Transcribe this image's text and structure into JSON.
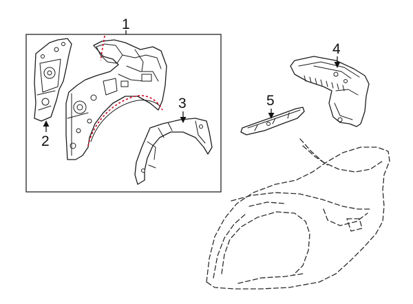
{
  "diagram": {
    "callouts": {
      "c1": "1",
      "c2": "2",
      "c3": "3",
      "c4": "4",
      "c5": "5"
    },
    "colors": {
      "line": "#1a1a1a",
      "ghost_outline": "#2a2a2a",
      "cut_line": "#d0021b",
      "frame": "#222222",
      "background": "#ffffff"
    },
    "icons": {
      "leader_arrowhead": "arrow-head-icon"
    }
  }
}
